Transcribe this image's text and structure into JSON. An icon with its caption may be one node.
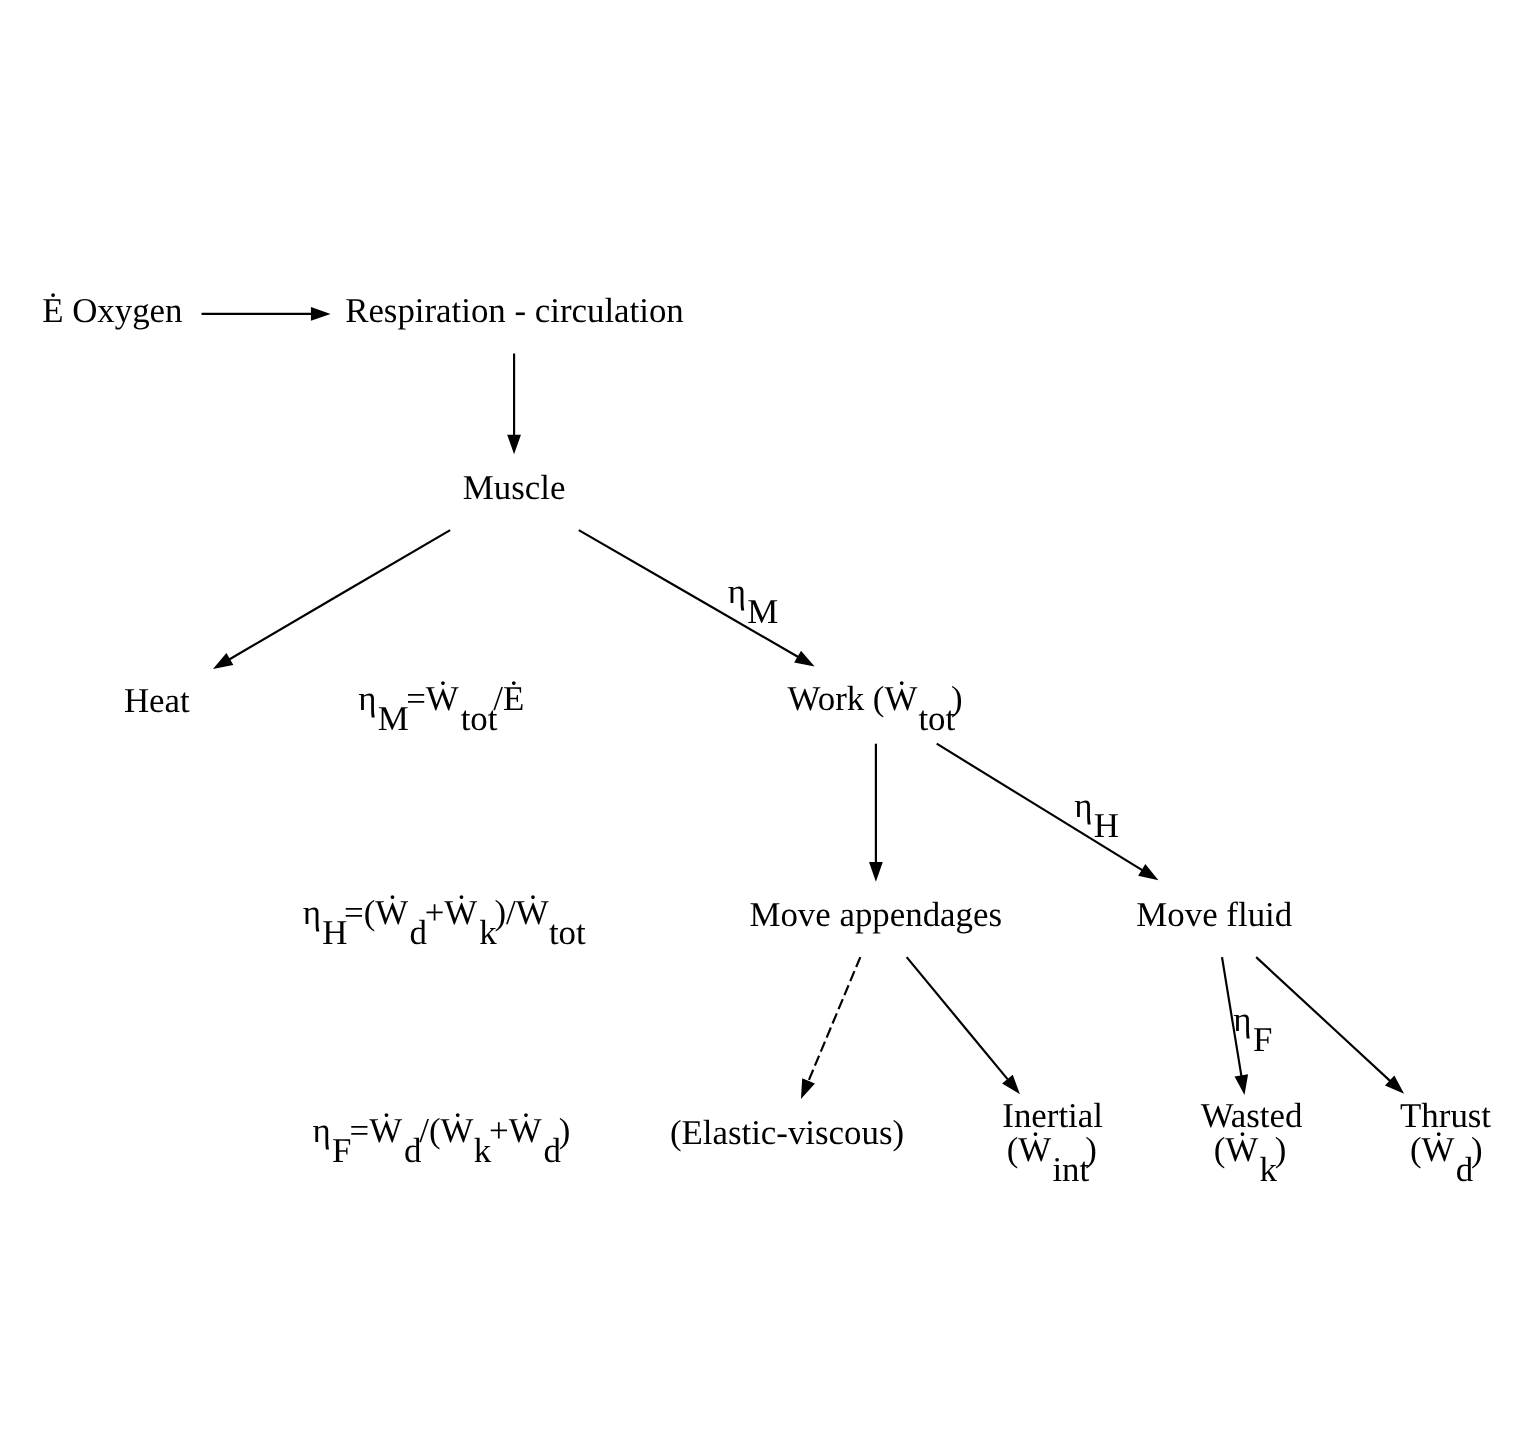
{
  "diagram": {
    "nodes": [
      {
        "text": [
          "Ė Oxygen"
        ]
      },
      {
        "text": [
          "Respiration - circulation"
        ]
      },
      {
        "text": [
          "Muscle"
        ]
      },
      {
        "text": [
          "Heat"
        ]
      },
      {
        "text": [
          "Work (Ẇ$_{tot}$)"
        ]
      },
      {
        "text": [
          "Move fluid"
        ]
      },
      {
        "text": [
          "Move appendages"
        ]
      },
      {
        "text": [
          "Thrust",
          "(Ẇ$_{d}$)"
        ]
      },
      {
        "text": [
          "Wasted",
          "(Ẇ$_{k}$)"
        ]
      },
      {
        "text": [
          "Inertial",
          "(Ẇ$_{int}$)"
        ]
      },
      {
        "text": [
          "(Elastic-viscous)"
        ]
      }
    ],
    "edges": [
      {
        "from": 0,
        "to": 1,
        "arrow": "to"
      },
      {
        "from": 1,
        "to": 2,
        "arrow": "to"
      },
      {
        "from": 2,
        "to": 3,
        "arrow": "to"
      },
      {
        "from": 2,
        "to": 4,
        "arrow": "to",
        "label": "η$_{M}$"
      },
      {
        "from": 4,
        "to": 5,
        "arrow": "to",
        "label": "η$_{H}$"
      },
      {
        "from": 4,
        "to": 6,
        "arrow": "to"
      },
      {
        "from": 5,
        "to": 7,
        "arrow": "to"
      },
      {
        "from": 5,
        "to": 8,
        "arrow": "to",
        "label": "η$_{F}$"
      },
      {
        "from": 6,
        "to": 9,
        "arrow": "to"
      },
      {
        "from": 6,
        "to": 10,
        "arrow": "to",
        "style": "dashed"
      }
    ],
    "labels": [
      "η$_{M}$=Ẇ$_{tot}$/Ė",
      "η$_{H}$=(Ẇ$_{d}$+Ẇ$_{k}$)/Ẇ$_{tot}$",
      "η$_{F}$=Ẇ$_{d}$/(Ẇ$_{k}$+Ẇ$_{d}$)"
    ]
  }
}
